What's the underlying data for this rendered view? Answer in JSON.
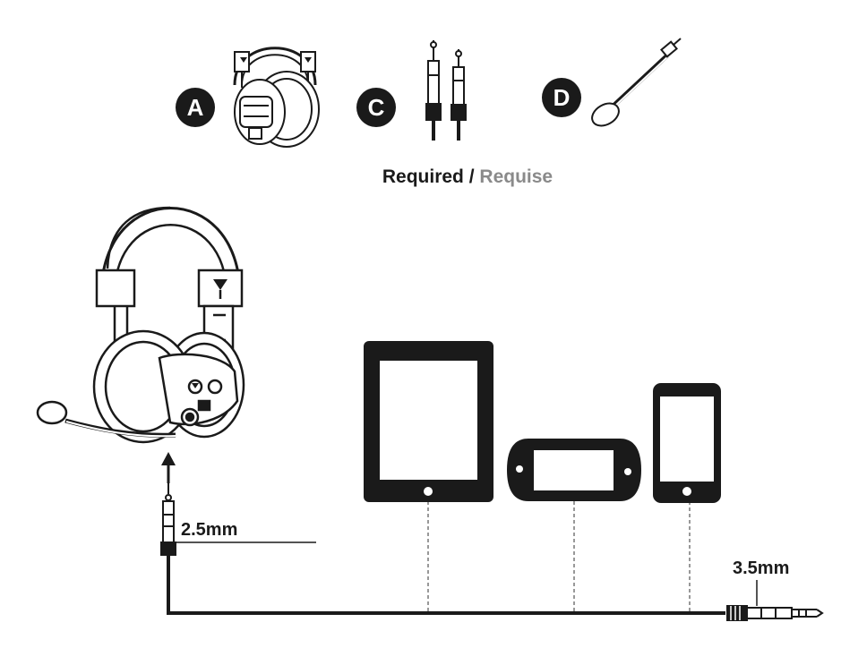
{
  "parts": [
    {
      "letter": "A",
      "item": "headset"
    },
    {
      "letter": "C",
      "item": "dual-plug-cable"
    },
    {
      "letter": "D",
      "item": "boom-microphone"
    }
  ],
  "caption": {
    "primary": "Required",
    "separator": " / ",
    "secondary": "Requise"
  },
  "connectors": {
    "headset_end": "2.5mm",
    "device_end": "3.5mm"
  },
  "devices": [
    {
      "kind": "tablet",
      "icon": "tablet-icon"
    },
    {
      "kind": "handheld-console",
      "icon": "handheld-console-icon"
    },
    {
      "kind": "smartphone",
      "icon": "smartphone-icon"
    }
  ],
  "colors": {
    "ink": "#1a1a1a",
    "secondary_text": "#8a8a8a",
    "background": "#ffffff"
  }
}
